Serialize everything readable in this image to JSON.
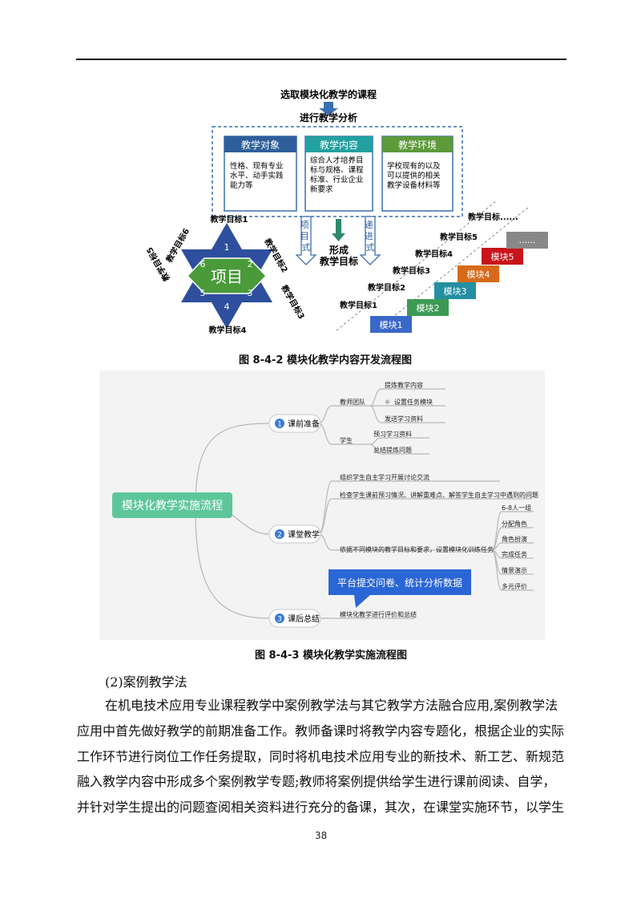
{
  "fig1": {
    "select_course": "选取模块化教学的课程",
    "analysis": "进行教学分析",
    "boxes": [
      {
        "title": "教学对象",
        "lines": [
          "性格、现有专业",
          "水平、动手实践",
          "能力等"
        ]
      },
      {
        "title": "教学内容",
        "lines": [
          "综合人才培养目",
          "标与规格、课程",
          "标准、行业企业",
          "新要求"
        ]
      },
      {
        "title": "教学环境",
        "lines": [
          "学校现有的以及",
          "可以提供的相关",
          "教学设备材料等"
        ]
      }
    ],
    "project_style": "项目式",
    "form_goal": [
      "形成",
      "教学目标"
    ],
    "progressive_style": "递进式",
    "star_center": "项目",
    "star_numbers": [
      "1",
      "2",
      "3",
      "4",
      "5",
      "6"
    ],
    "star_goals": [
      "教学目标1",
      "教学目标2",
      "教学目标3",
      "教学目标4",
      "教学目标5",
      "教学目标6"
    ],
    "stair_goals": [
      "教学目标1",
      "教学目标2",
      "教学目标3",
      "教学目标4",
      "教学目标5",
      "教学目标......"
    ],
    "modules": [
      "模块1",
      "模块2",
      "模块3",
      "模块4",
      "模块5",
      "......"
    ],
    "caption": "图 8-4-2 模块化教学内容开发流程图"
  },
  "fig2": {
    "root": "模块化教学实施流程",
    "branches": [
      {
        "num": "1",
        "label": "课前准备"
      },
      {
        "num": "2",
        "label": "课堂教学"
      },
      {
        "num": "3",
        "label": "课后总结"
      }
    ],
    "pre_teacher": "教师团队",
    "pre_teacher_items": [
      "提炼教学内容",
      "设置任务模块",
      "发送学习资料"
    ],
    "pre_student": "学生",
    "pre_student_items": [
      "预习学习资料",
      "总结提炼问题"
    ],
    "class_items": [
      "组织学生自主学习开展讨论交流",
      "检查学生课前预习情况、讲解重难点、解答学生自主学习中遇到的问题",
      "依据不同模块的教学目标和要求，设置模块化训练任务"
    ],
    "class_sub_items": [
      "6-8人一组",
      "分配角色",
      "角色扮演",
      "完成任务",
      "情景演示",
      "多元评价"
    ],
    "callout": "平台提交问卷、统计分析数据",
    "post_item": "模块化教学进行评价和总结",
    "caption": "图 8-4-3 模块化教学实施流程图"
  },
  "text": {
    "heading": "(2)案例教学法",
    "lines": [
      "在机电技术应用专业课程教学中案例教学法与其它教学方法融合应用,案例教学法",
      "应用中首先做好教学的前期准备工作。教师备课时将教学内容专题化，根据企业的实际",
      "工作环节进行岗位工作任务提取，同时将机电技术应用专业的新技术、新工艺、新规范",
      "融入教学内容中形成多个案例教学专题;教师将案例提供给学生进行课前阅读、自学，",
      "并针对学生提出的问题查阅相关资料进行充分的备课，其次，在课堂实施环节，以学生"
    ],
    "page_number": "38"
  },
  "colors": {
    "box_fill": [
      "#2e5f9a",
      "#23a0a0",
      "#5c9a3a"
    ],
    "box_border": "#3a6fb0",
    "star_fill": "#2e4f9e",
    "hex_fill": "#4a9a3a",
    "modules": [
      "#3a68c8",
      "#3c9a55",
      "#238fa0",
      "#d66a1a",
      "#c8141a",
      "#888888"
    ],
    "mind_root": "#5dc79a",
    "callout": "#2b66d6"
  }
}
